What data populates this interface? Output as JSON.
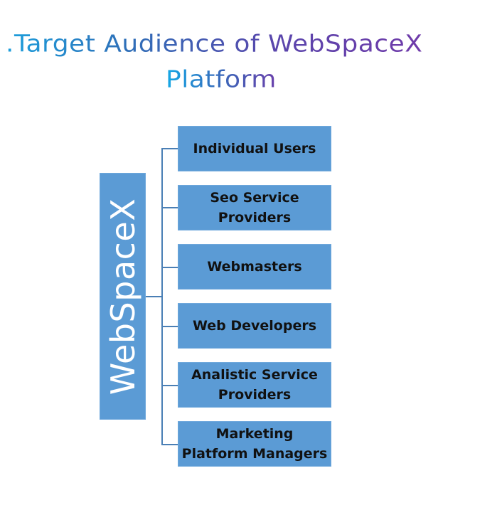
{
  "title": {
    "line1": ".Target Audience of WebSpaceX",
    "line2": "Platform",
    "gradient_start": "#1c9fdc",
    "gradient_end": "#7a35a8"
  },
  "diagram": {
    "root": {
      "label": "WebSpaceX"
    },
    "children": [
      {
        "label": "Individual Users"
      },
      {
        "label": "Seo Service\nProviders"
      },
      {
        "label": "Webmasters"
      },
      {
        "label": "Web Developers"
      },
      {
        "label": "Analistic Service\nProviders"
      },
      {
        "label": "Marketing\nPlatform Managers"
      }
    ],
    "colors": {
      "box_fill": "#5b9bd5",
      "connector": "#4a7fb5",
      "root_text": "#ffffff",
      "child_text": "#111111"
    }
  }
}
